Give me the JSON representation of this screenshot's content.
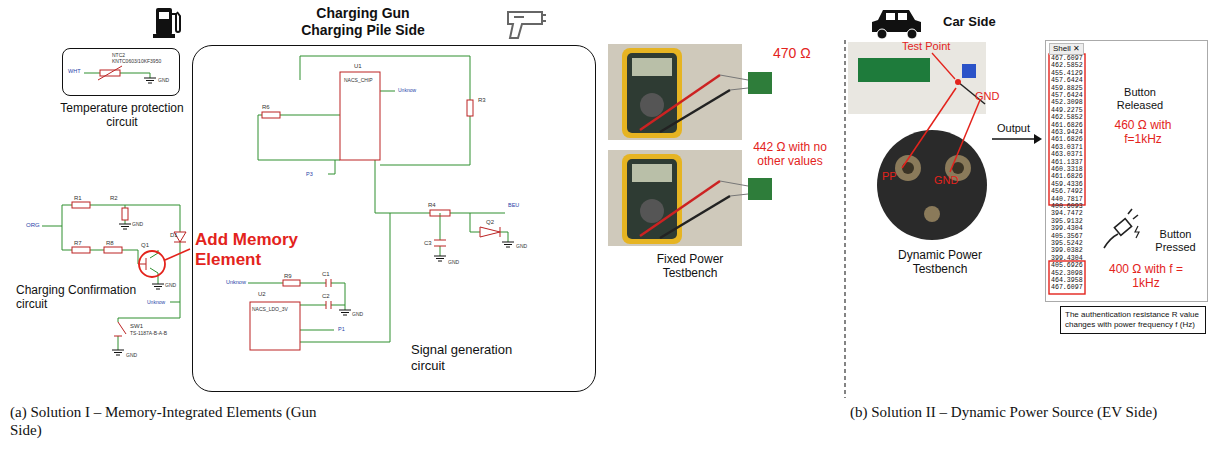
{
  "diagram": {
    "nodes": [
      {
        "text": [
          "Temperature protection circuit"
        ]
      },
      {
        "text": [
          "Charging Gun Charging Pile Side",
          "Signal generation circuit"
        ]
      },
      {
        "text": [
          "Shell ✕"
        ]
      },
      {
        "text": [
          "The authentication resistance R value changes with power frequency f (Hz)"
        ]
      }
    ],
    "labels": [
      "WHT",
      "NTC2",
      "KNTC0603/10KF3950",
      "GND",
      "R1",
      "R2",
      "GND",
      "ORG",
      "R7",
      "R8",
      "Q1",
      "GND",
      "D1",
      "SW1",
      "TS-1187A-B-A-B",
      "Unknow",
      "GND",
      "Add Memory Element",
      "Charging Confirmation circuit",
      "R6",
      "U1",
      "NACS_CHIP",
      "Unknow",
      "P3",
      "R3",
      "BEU",
      "R4",
      "Q2",
      "GND",
      "C3",
      "GND",
      "Unknow",
      "R9",
      "C1",
      "C2",
      "GND",
      "U2",
      "NACS_LDO_3V",
      "P1",
      "(a) Solution I – Memory-Integrated Elements (Gun Side)",
      "Car Side",
      "470 Ω",
      "442 Ω with no other values",
      "Fixed Power Testbench",
      "Test Point",
      "GND",
      "PP",
      "GND",
      "Dynamic Power Testbench",
      "Output",
      "467.6097",
      "462.5852",
      "455.4129",
      "457.6424",
      "459.8825",
      "457.6424",
      "452.3098",
      "449.2275",
      "462.5852",
      "461.6826",
      "463.9424",
      "461.6826",
      "463.0371",
      "463.0371",
      "461.1337",
      "460.3318",
      "461.6826",
      "459.4336",
      "456.7492",
      "440.7817",
      "400.6093",
      "394.7472",
      "395.9132",
      "399.4304",
      "405.3567",
      "395.5242",
      "399.0382",
      "399.4304",
      "405.6926",
      "452.3098",
      "464.3958",
      "467.6097",
      "Button Released",
      "460 Ω with f=1kHz",
      "Button Pressed",
      "400 Ω with f = 1kHz",
      "(b) Solution II – Dynamic Power Source (EV Side)"
    ]
  }
}
